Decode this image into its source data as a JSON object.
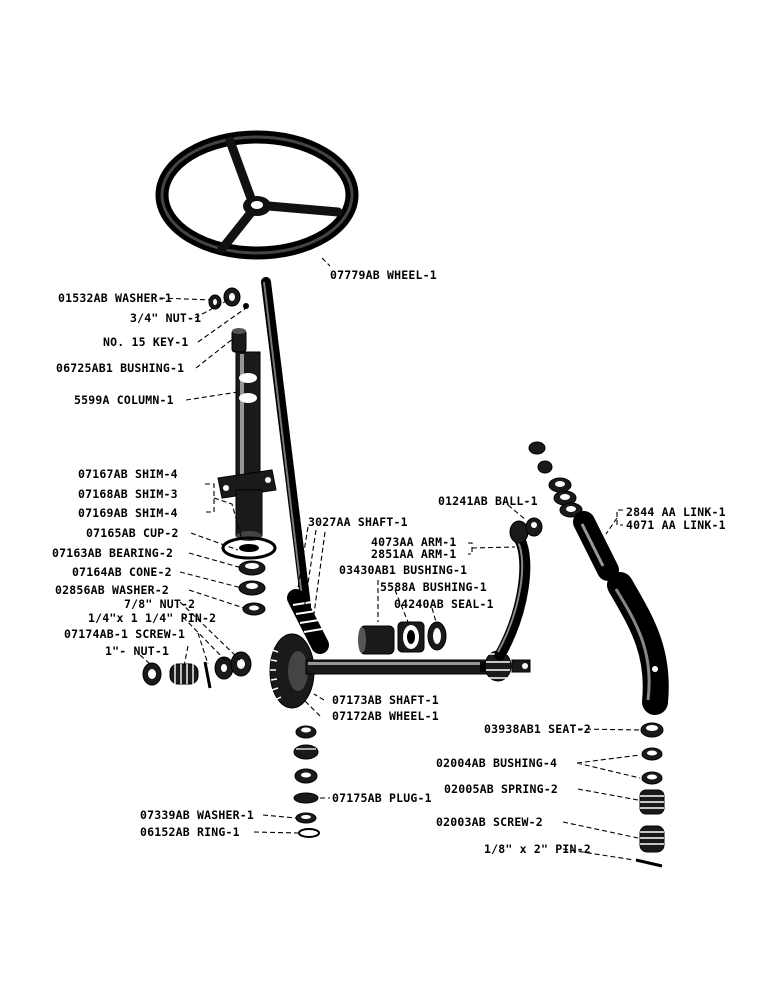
{
  "labels": {
    "wheel": "07779AB WHEEL-1",
    "washer_01532": "01532AB WASHER-1",
    "nut_34": "3/4\" NUT-1",
    "key_15": "NO. 15 KEY-1",
    "bushing_06725": "06725AB1 BUSHING-1",
    "column": "5599A COLUMN-1",
    "shim_07167": "07167AB SHIM-4",
    "shim_07168": "07168AB SHIM-3",
    "shim_07169": "07169AB SHIM-4",
    "shaft_3027": "3027AA SHAFT-1",
    "ball_01241": "01241AB BALL-1",
    "link_2844": "2844 AA LINK-1",
    "link_4071": "4071 AA LINK-1",
    "arm_4073": "4073AA ARM-1",
    "arm_2851": "2851AA ARM-1",
    "bushing_03430": "03430AB1 BUSHING-1",
    "bushing_5588": "5588A BUSHING-1",
    "seal_04240": "04240AB SEAL-1",
    "cup_07165": "07165AB CUP-2",
    "bearing_07163": "07163AB BEARING-2",
    "cone_07164": "07164AB CONE-2",
    "washer_02856": "02856AB WASHER-2",
    "nut_78": "7/8\" NUT-2",
    "pin_14x114": "1/4\"x 1 1/4\" PIN-2",
    "screw_07174": "07174AB-1 SCREW-1",
    "nut_1": "1\"- NUT-1",
    "shaft_07173": "07173AB SHAFT-1",
    "wheel_07172": "07172AB WHEEL-1",
    "seat_03938": "03938AB1 SEAT-2",
    "bushing_02004": "02004AB BUSHING-4",
    "spring_02005": "02005AB SPRING-2",
    "screw_02003": "02003AB SCREW-2",
    "pin_18x2": "1/8\" x 2\" PIN-2",
    "plug_07175": "07175AB PLUG-1",
    "washer_07339": "07339AB WASHER-1",
    "ring_06152": "06152AB RING-1"
  }
}
